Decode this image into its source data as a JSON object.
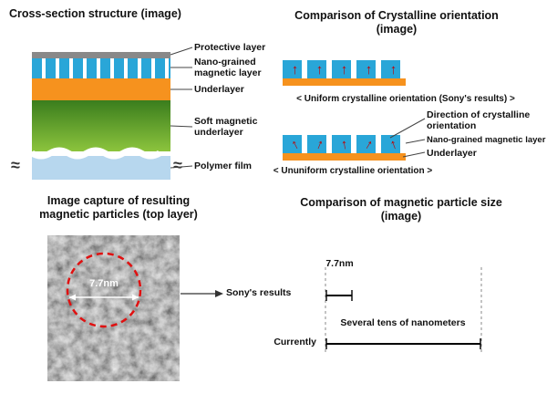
{
  "colors": {
    "blue_layer": "#29a6d8",
    "orange_layer": "#f6921e",
    "green_top": "#3a7d1d",
    "green_bottom": "#8cc43d",
    "polymer": "#b7d7ee",
    "gray_layer": "#898989",
    "arrow_red": "#c00000",
    "circle_red": "#e01010"
  },
  "cross_section": {
    "title": "Cross-section structure (image)",
    "labels": {
      "protective": "Protective layer",
      "nano": "Nano-grained magnetic layer",
      "underlayer": "Underlayer",
      "soft": "Soft magnetic underlayer",
      "polymer": "Polymer film"
    },
    "break_symbol": "≈"
  },
  "crystalline": {
    "title": "Comparison of Crystalline orientation",
    "title2": "(image)",
    "uniform_caption": "< Uniform crystalline orientation (Sony's results) >",
    "ununiform_caption": "< Ununiform crystalline orientation >",
    "labels": {
      "direction": "Direction of crystalline orientation",
      "nano": "Nano-grained magnetic layer",
      "underlayer": "Underlayer"
    },
    "arrow": "↑"
  },
  "capture": {
    "title1": "Image capture of resulting",
    "title2": "magnetic particles (top layer)",
    "measurement": "7.7nm"
  },
  "particle_size": {
    "title1": "Comparison of magnetic particle size",
    "title2": "(image)",
    "sony_value": "7.7nm",
    "sony_label": "Sony's results",
    "current_value": "Several tens of nanometers",
    "current_label": "Currently"
  }
}
